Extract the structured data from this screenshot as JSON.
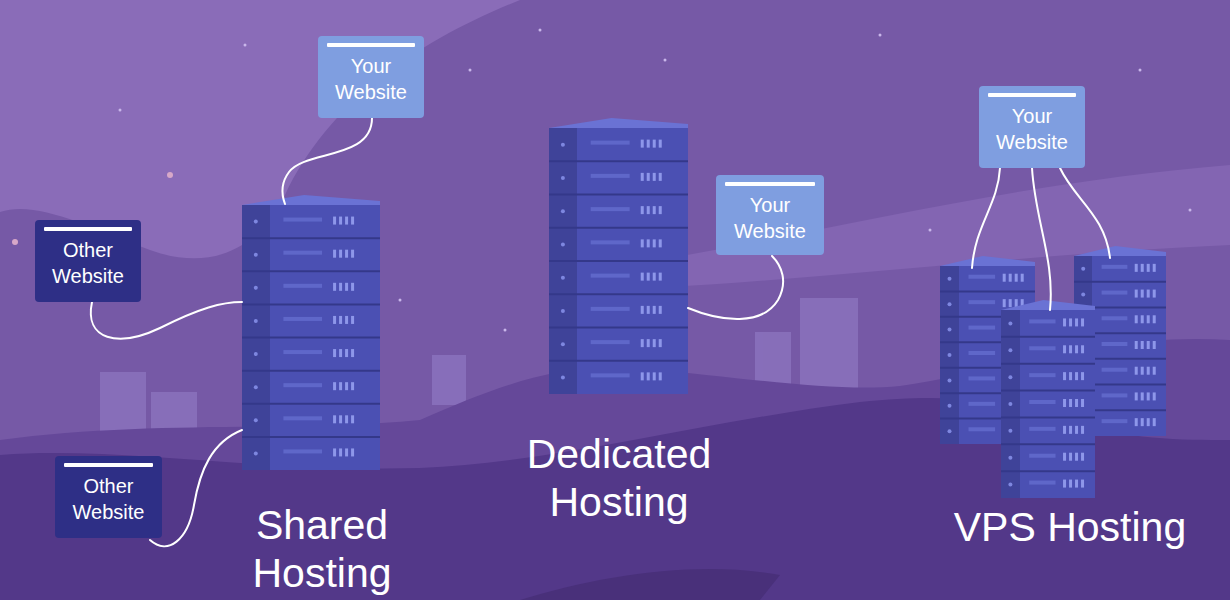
{
  "diagram": {
    "nodes": [
      {
        "text": [
          "Your Website"
        ]
      },
      {
        "text": [
          "Other Website"
        ]
      },
      {
        "text": [
          "Other Website"
        ]
      },
      {
        "text": [
          "Your Website"
        ]
      },
      {
        "text": [
          "Your Website"
        ]
      }
    ],
    "labels": [
      "Shared Hosting",
      "Dedicated Hosting",
      "VPS Hosting"
    ]
  }
}
